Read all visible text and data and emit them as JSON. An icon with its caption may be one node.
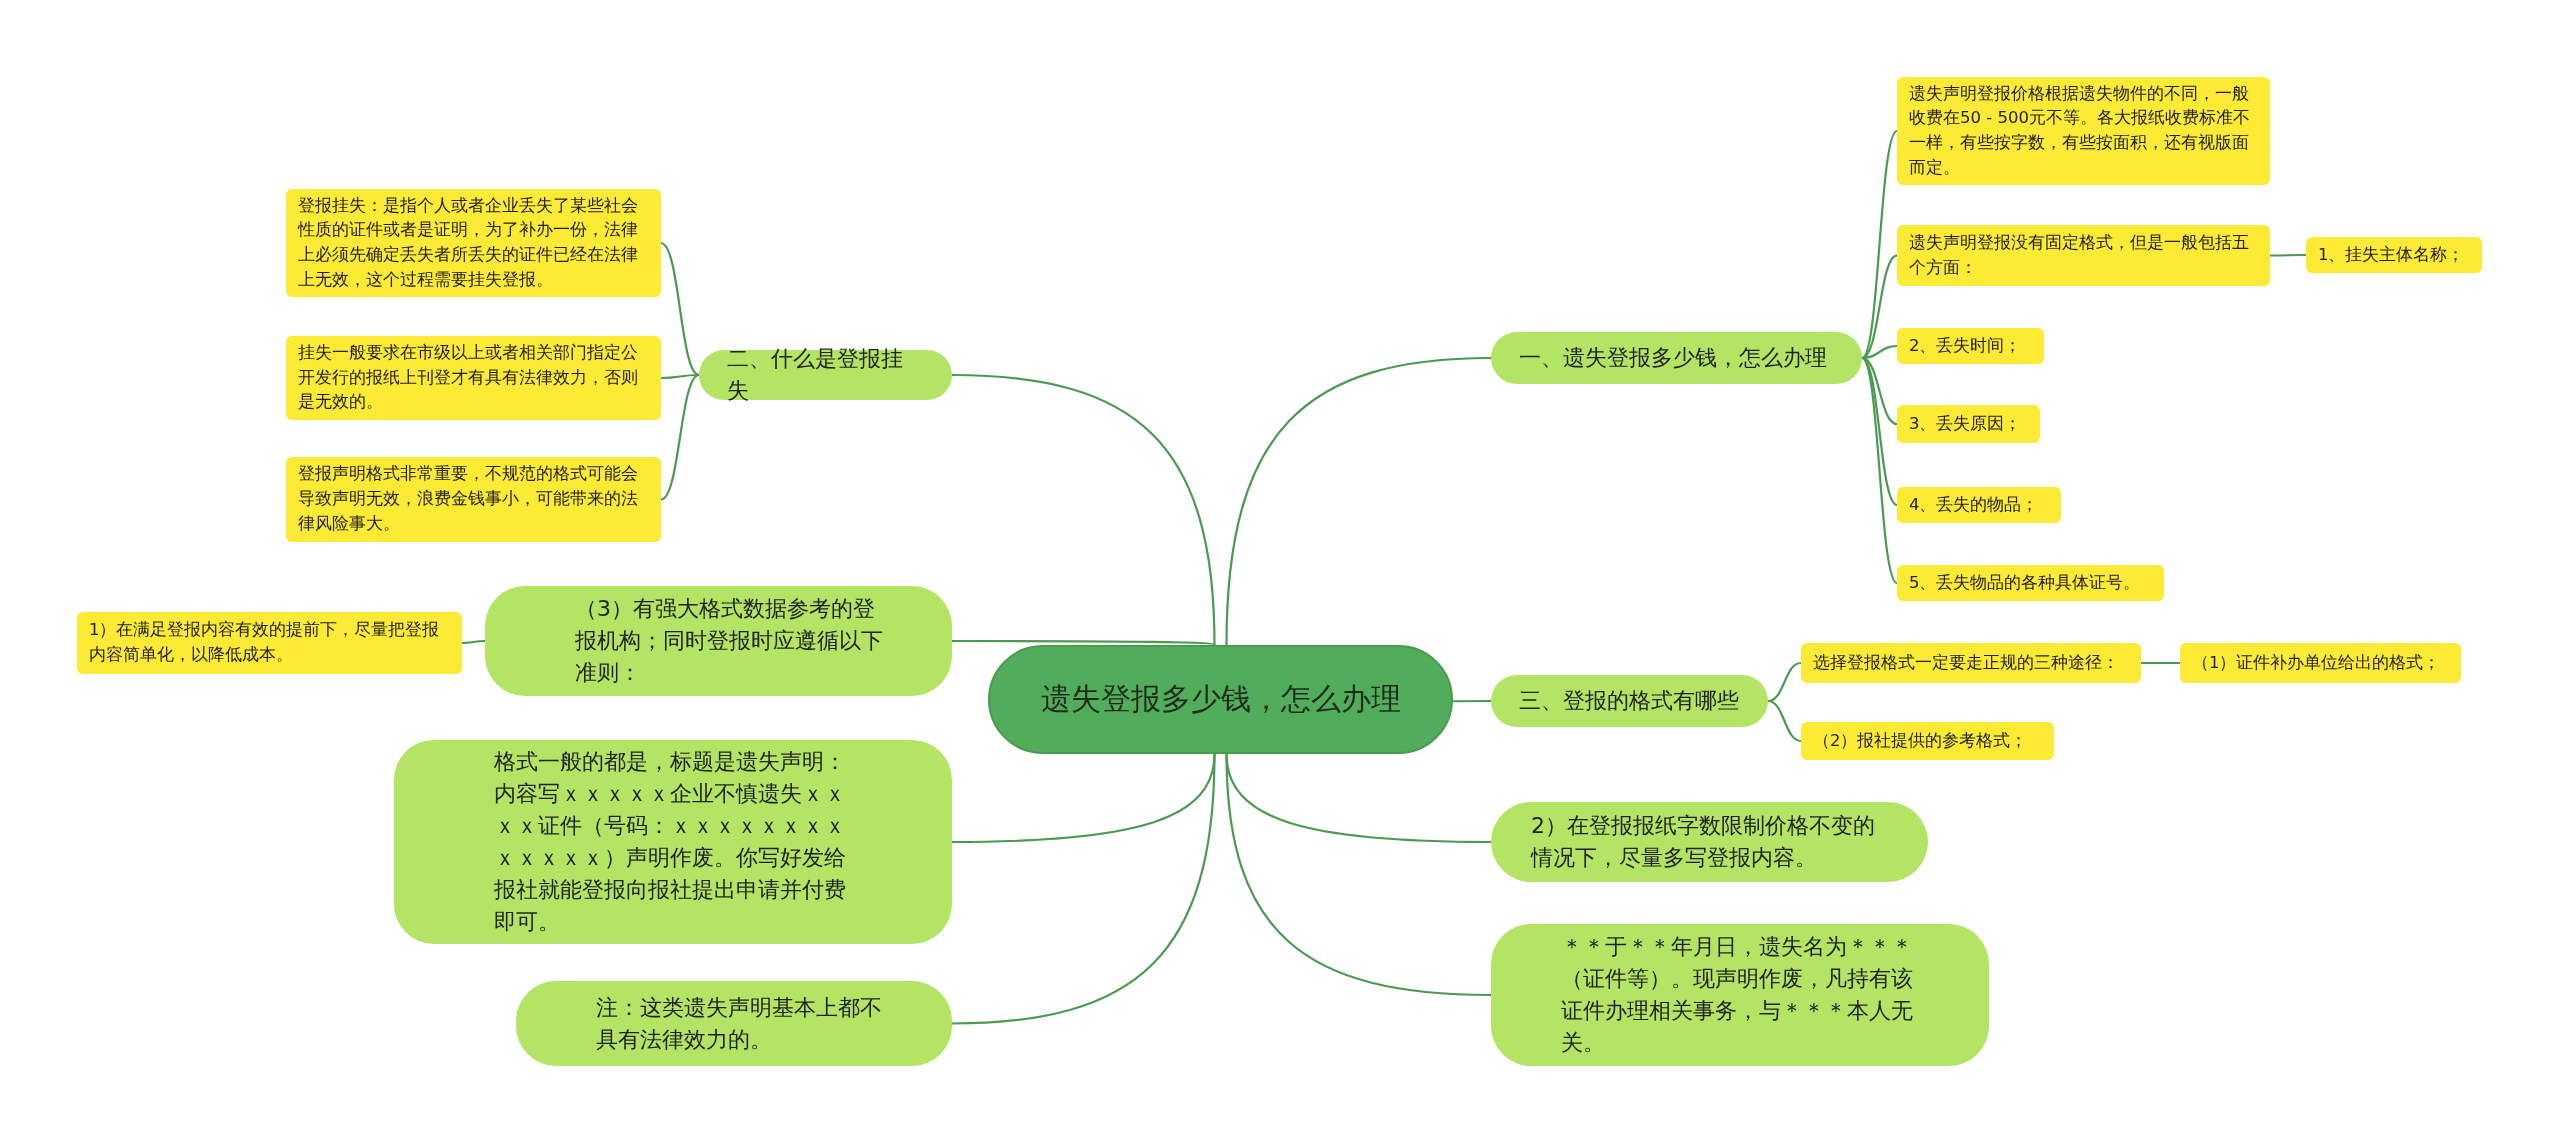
{
  "diagram": {
    "nodes": [
      {
        "text": [
          "遗失登报多少钱，怎么办理"
        ]
      },
      {
        "text": [
          "一、遗失登报多少钱，怎么办理"
        ]
      },
      {
        "text": [
          "遗失声明登报价格根据遗失物件的不同，一般收费在50 - 500元不等。各大报纸收费标准不一样，有些按字数，有些按面积，还有视版面而定。"
        ]
      },
      {
        "text": [
          "遗失声明登报没有固定格式，但是一般包括五个方面："
        ]
      },
      {
        "text": [
          "1、挂失主体名称；"
        ]
      },
      {
        "text": [
          "2、丢失时间；"
        ]
      },
      {
        "text": [
          "3、丢失原因；"
        ]
      },
      {
        "text": [
          "4、丢失的物品；"
        ]
      },
      {
        "text": [
          "5、丢失物品的各种具体证号。"
        ]
      },
      {
        "text": [
          "三、登报的格式有哪些"
        ]
      },
      {
        "text": [
          "选择登报格式一定要走正规的三种途径："
        ]
      },
      {
        "text": [
          "（1）证件补办单位给出的格式；"
        ]
      },
      {
        "text": [
          "（2）报社提供的参考格式；"
        ]
      },
      {
        "text": [
          "2）在登报报纸字数限制价格不变的情况下，尽量多写登报内容。"
        ]
      },
      {
        "text": [
          "＊＊于＊＊年月日，遗失名为＊＊＊（证件等）。现声明作废，凡持有该证件办理相关事务，与＊＊＊本人无关。"
        ]
      },
      {
        "text": [
          "二、什么是登报挂失"
        ]
      },
      {
        "text": [
          "登报挂失：是指个人或者企业丢失了某些社会性质的证件或者是证明，为了补办一份，法律上必须先确定丢失者所丢失的证件已经在法律上无效，这个过程需要挂失登报。"
        ]
      },
      {
        "text": [
          "挂失一般要求在市级以上或者相关部门指定公开发行的报纸上刊登才有具有法律效力，否则是无效的。"
        ]
      },
      {
        "text": [
          "登报声明格式非常重要，不规范的格式可能会导致声明无效，浪费金钱事小，可能带来的法律风险事大。"
        ]
      },
      {
        "text": [
          "（3）有强大格式数据参考的登报机构；同时登报时应遵循以下准则："
        ]
      },
      {
        "text": [
          "1）在满足登报内容有效的提前下，尽量把登报内容简单化，以降低成本。"
        ]
      },
      {
        "text": [
          "格式一般的都是，标题是遗失声明：内容写ｘｘｘｘｘ企业不慎遗失ｘｘｘｘ证件（号码：ｘｘｘｘｘｘｘｘｘｘｘｘｘ）声明作废。你写好发给报社就能登报向报社提出申请并付费即可。"
        ]
      },
      {
        "text": [
          "注：这类遗失声明基本上都不具有法律效力的。"
        ]
      }
    ],
    "edges": [
      {
        "from": 0,
        "to": 1,
        "arrow": "none"
      },
      {
        "from": 1,
        "to": 2,
        "arrow": "none"
      },
      {
        "from": 1,
        "to": 3,
        "arrow": "none"
      },
      {
        "from": 3,
        "to": 4,
        "arrow": "none"
      },
      {
        "from": 1,
        "to": 5,
        "arrow": "none"
      },
      {
        "from": 1,
        "to": 6,
        "arrow": "none"
      },
      {
        "from": 1,
        "to": 7,
        "arrow": "none"
      },
      {
        "from": 1,
        "to": 8,
        "arrow": "none"
      },
      {
        "from": 0,
        "to": 9,
        "arrow": "none"
      },
      {
        "from": 9,
        "to": 10,
        "arrow": "none"
      },
      {
        "from": 10,
        "to": 11,
        "arrow": "none"
      },
      {
        "from": 9,
        "to": 12,
        "arrow": "none"
      },
      {
        "from": 0,
        "to": 13,
        "arrow": "none"
      },
      {
        "from": 0,
        "to": 14,
        "arrow": "none"
      },
      {
        "from": 0,
        "to": 15,
        "arrow": "none"
      },
      {
        "from": 15,
        "to": 16,
        "arrow": "none"
      },
      {
        "from": 15,
        "to": 17,
        "arrow": "none"
      },
      {
        "from": 15,
        "to": 18,
        "arrow": "none"
      },
      {
        "from": 0,
        "to": 19,
        "arrow": "none"
      },
      {
        "from": 19,
        "to": 20,
        "arrow": "none"
      },
      {
        "from": 0,
        "to": 21,
        "arrow": "none"
      },
      {
        "from": 0,
        "to": 22,
        "arrow": "none"
      }
    ]
  }
}
